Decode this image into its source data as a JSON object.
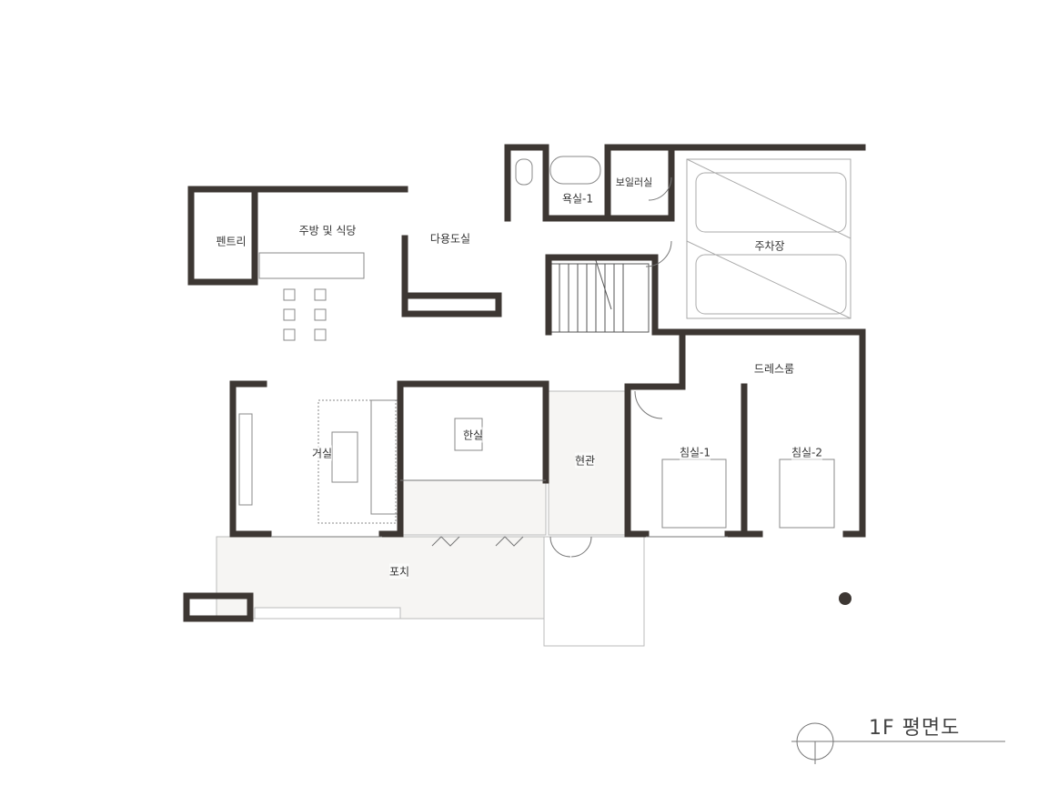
{
  "plan": {
    "title": "1F 평면도",
    "rooms": {
      "pantry": "펜트리",
      "kitchen": "주방 및 식당",
      "utility": "다용도실",
      "bath1": "욕실-1",
      "boiler": "보일러실",
      "garage": "주차장",
      "dressroom": "드레스룸",
      "hansil": "한실",
      "living": "거실",
      "entrance": "현관",
      "bedroom1": "침실-1",
      "bedroom2": "침실-2",
      "porch": "포치"
    }
  },
  "colors": {
    "wall": "#3d3733",
    "line": "#999999",
    "fill": "#f4f2ef"
  }
}
